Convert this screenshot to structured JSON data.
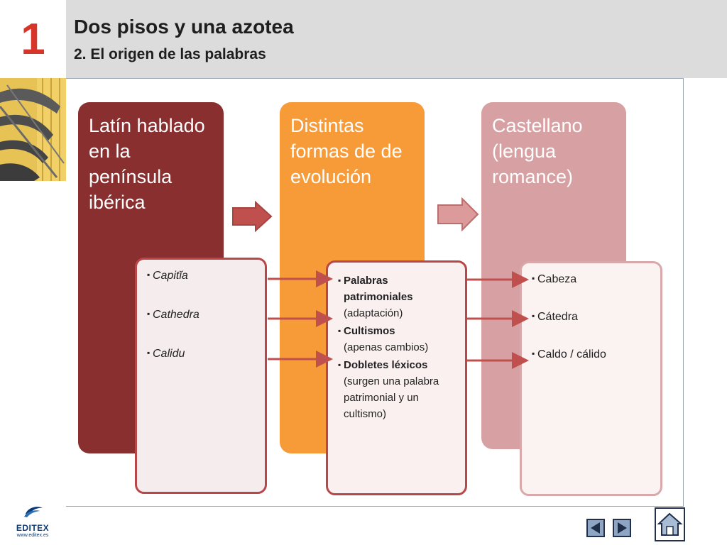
{
  "header": {
    "chapter_number": "1",
    "title": "Dos pisos y una azotea",
    "subtitle": "2. El origen de las palabras"
  },
  "columns": [
    {
      "title": "Latín hablado en la península ibérica",
      "color": "#8a2f2f"
    },
    {
      "title": "Distintas formas de de evolución",
      "color": "#f79a38"
    },
    {
      "title": "Castellano (lengua romance)",
      "color": "#d7a0a2"
    }
  ],
  "cards": {
    "latin": [
      "Capitĭa",
      "Cathedra",
      "Calidu"
    ],
    "forms": [
      {
        "bold": "Palabras patrimoniales",
        "text": "(adaptación)"
      },
      {
        "bold": "Cultismos",
        "text": "(apenas cambios)"
      },
      {
        "bold": "Dobletes léxicos",
        "text": "(surgen una palabra patrimonial y un cultismo)"
      }
    ],
    "castellano": [
      "Cabeza",
      "Cátedra",
      "Caldo / cálido"
    ]
  },
  "footer": {
    "logo_name": "EDITEX",
    "logo_url": "www.editex.es",
    "prev_icon": "triangle-left-icon",
    "next_icon": "triangle-right-icon",
    "home_icon": "house-icon"
  },
  "accent": "#d8352a"
}
